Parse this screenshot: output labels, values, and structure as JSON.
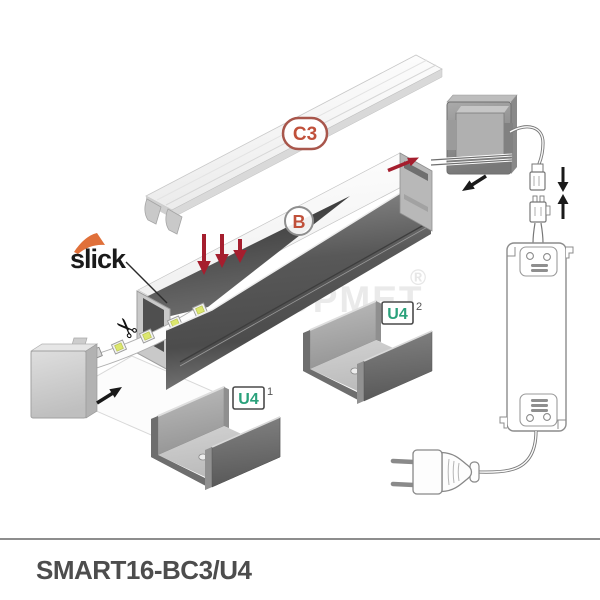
{
  "scene": {
    "background": "#ffffff",
    "watermark": {
      "text": "TOPMET",
      "registered_mark": "®",
      "color": "#eaeaea"
    },
    "brand": {
      "name": "slick",
      "text_color": "#1a1a1a",
      "swoosh_color": "#e0703a"
    },
    "labels": {
      "diffuser": {
        "text": "C3",
        "text_color": "#c0503a",
        "border_color": "#a8564b"
      },
      "profile": {
        "text": "B",
        "text_color": "#c0503a",
        "border_color": "#8f8f8f"
      },
      "bracket_front": {
        "text": "U4",
        "superscript": "1",
        "text_color": "#2aa17b",
        "border_color": "#4a4a4a"
      },
      "bracket_back": {
        "text": "U4",
        "superscript": "2",
        "text_color": "#2aa17b",
        "border_color": "#4a4a4a"
      }
    },
    "icons": {
      "scissors_glyph": "✂"
    },
    "arrows": {
      "insert_color": "#a51e2e",
      "direction_color": "#1a1a1a"
    }
  },
  "footer": {
    "product_code": "SMART16-BC3/U4",
    "text_color": "#4d4d4d",
    "divider_color": "#8d8d8d"
  }
}
